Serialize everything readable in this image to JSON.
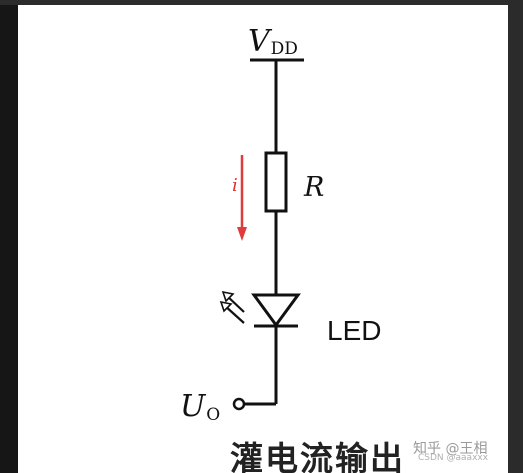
{
  "diagram": {
    "supply": {
      "symbol": "V",
      "subscript": "DD"
    },
    "resistor": {
      "label": "R"
    },
    "current": {
      "label": "i"
    },
    "led": {
      "label": "LED"
    },
    "output": {
      "symbol": "U",
      "subscript": "O"
    },
    "caption": "灌电流输出"
  },
  "watermarks": {
    "zhihu": "知乎 @王相",
    "csdn": "CSDN @aaaxxx"
  },
  "colors": {
    "current_arrow": "#e03c3c",
    "wire": "#111111",
    "page_background": "#ffffff",
    "frame": "#1f1f1f"
  }
}
